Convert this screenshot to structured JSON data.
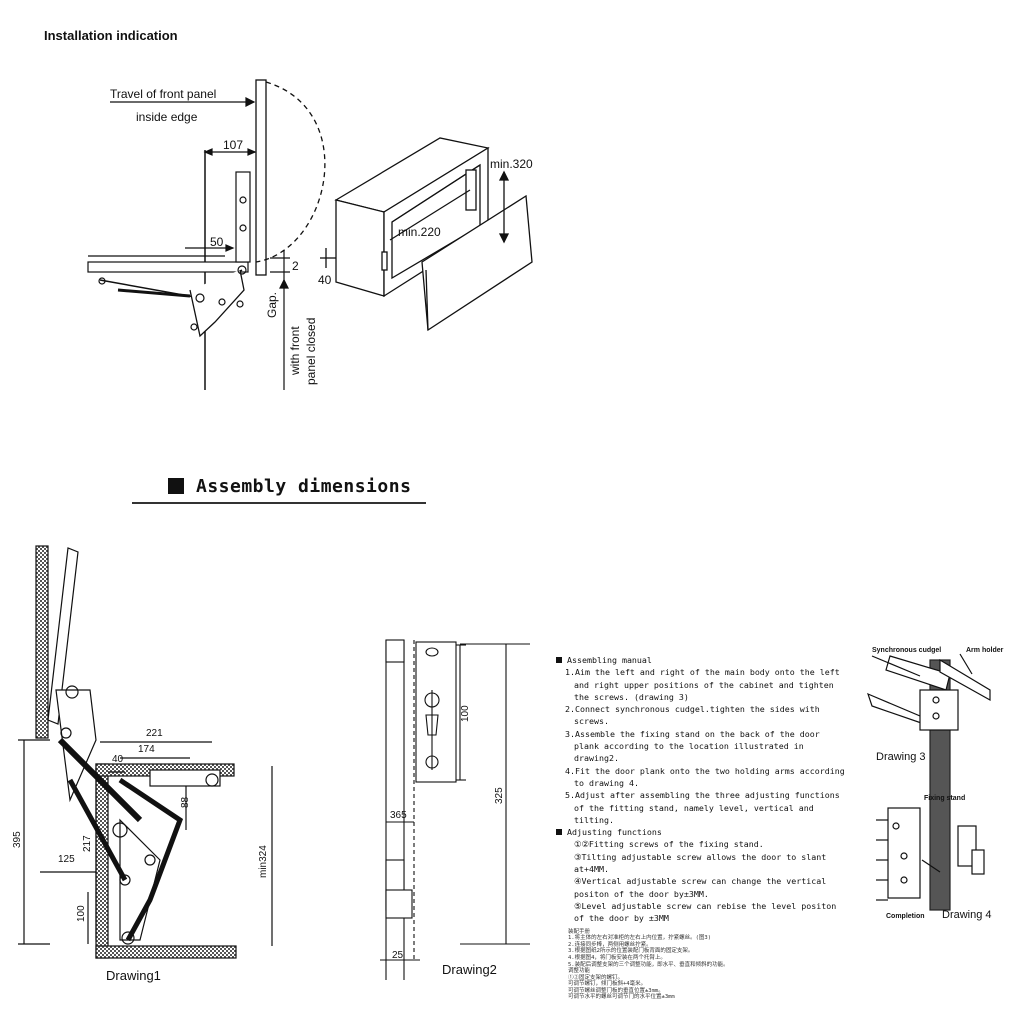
{
  "titles": {
    "installation": "Installation indication",
    "assembly": "Assembly dimensions"
  },
  "install": {
    "travel_line1": "Travel of front panel",
    "travel_line2": "inside edge",
    "dim_107": "107",
    "dim_50": "50",
    "dim_2": "2",
    "gap": "Gap.",
    "with_front": "with front",
    "panel_closed": "panel closed",
    "min320": "min.320",
    "min220": "min.220",
    "dim_40": "40"
  },
  "drawing1": {
    "label": "Drawing1",
    "dim_395": "395",
    "dim_221": "221",
    "dim_174": "174",
    "dim_40": "40",
    "dim_88": "88",
    "dim_125": "125",
    "dim_217": "217",
    "dim_min324": "min324",
    "dim_100": "100"
  },
  "drawing2": {
    "label": "Drawing2",
    "dim_100": "100",
    "dim_325": "325",
    "dim_365": "365",
    "dim_25": "25"
  },
  "manual": {
    "assembling_title": "Assembling manual",
    "steps": [
      "1.Aim the left and right of the main body onto the left and right upper positions of the cabinet and tighten the screws. (drawing 3)",
      "2.Connect synchronous cudgel.tighten the sides with screws.",
      "3.Assemble the fixing stand on the back of the door plank according to the location illustrated in drawing2.",
      "4.Fit the door plank onto the two holding arms according to drawing 4.",
      "5.Adjust after assembling the three adjusting functions of the fitting stand, namely level, vertical and tilting."
    ],
    "adjusting_title": "Adjusting functions",
    "adjust": [
      "①②Fitting screws of the fixing stand.",
      "③Tilting adjustable screw allows the door to slant at+4MM.",
      "④Vertical adjustable screw can change the vertical positon of the door by±3MM.",
      "⑤Level adjustable screw can rebise the level positon of the door by ±3MM"
    ],
    "chinese": [
      "装配手册",
      "1.将主体的左右对准柜的左右上内位置，拧紧螺丝。(图3)",
      "2.连接同步棒，两侧用螺丝拧紧。",
      "3.根据图纸2所示的位置装配门板背面的固定支架。",
      "4.根据图4，将门板安装在两个托臂上。",
      "5.装配后调整支架的三个调整功能，即水平、垂直和倾斜的功能。",
      "调整功能",
      "①②固定支架的螺钉。",
      "可调节螺钉，倾门板斜+4毫米。",
      "可调节螺丝调整门板的垂直位置±3mm。",
      "可调节水平的螺丝可调节门的水平位置±3mm"
    ]
  },
  "drawing3": {
    "label": "Drawing 3",
    "sync": "Synchronous cudgel",
    "arm": "Arm holder"
  },
  "drawing4": {
    "label": "Drawing 4",
    "fixing": "Fixing stand",
    "completion": "Completion"
  },
  "colors": {
    "ink": "#111111",
    "hatch": "#555555"
  }
}
